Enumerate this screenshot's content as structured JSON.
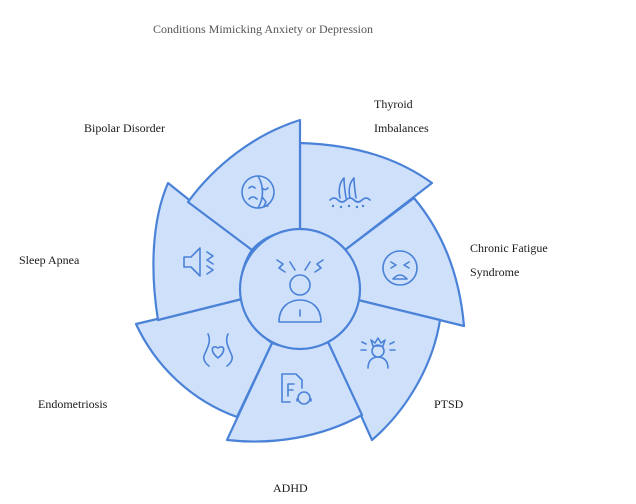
{
  "title": "Conditions Mimicking Anxiety or Depression",
  "colors": {
    "fill": "#cfe0fb",
    "stroke": "#4a82d8",
    "text": "#1a1a1a",
    "title": "#555555"
  },
  "center": {
    "icon": "stressed-person-icon"
  },
  "segments": [
    {
      "id": "thyroid",
      "label_lines": [
        "Thyroid",
        "Imbalances"
      ],
      "icon": "skin-hair-icon"
    },
    {
      "id": "cfs",
      "label_lines": [
        "Chronic Fatigue",
        "Syndrome"
      ],
      "icon": "tired-face-icon"
    },
    {
      "id": "ptsd",
      "label_lines": [
        "PTSD"
      ],
      "icon": "stressed-person-icon"
    },
    {
      "id": "adhd",
      "label_lines": [
        "ADHD"
      ],
      "icon": "document-headset-icon"
    },
    {
      "id": "endometriosis",
      "label_lines": [
        "Endometriosis"
      ],
      "icon": "uterus-heart-icon"
    },
    {
      "id": "sleep-apnea",
      "label_lines": [
        "Sleep Apnea"
      ],
      "icon": "speaker-noise-icon"
    },
    {
      "id": "bipolar",
      "label_lines": [
        "Bipolar Disorder"
      ],
      "icon": "mask-face-icon"
    }
  ]
}
